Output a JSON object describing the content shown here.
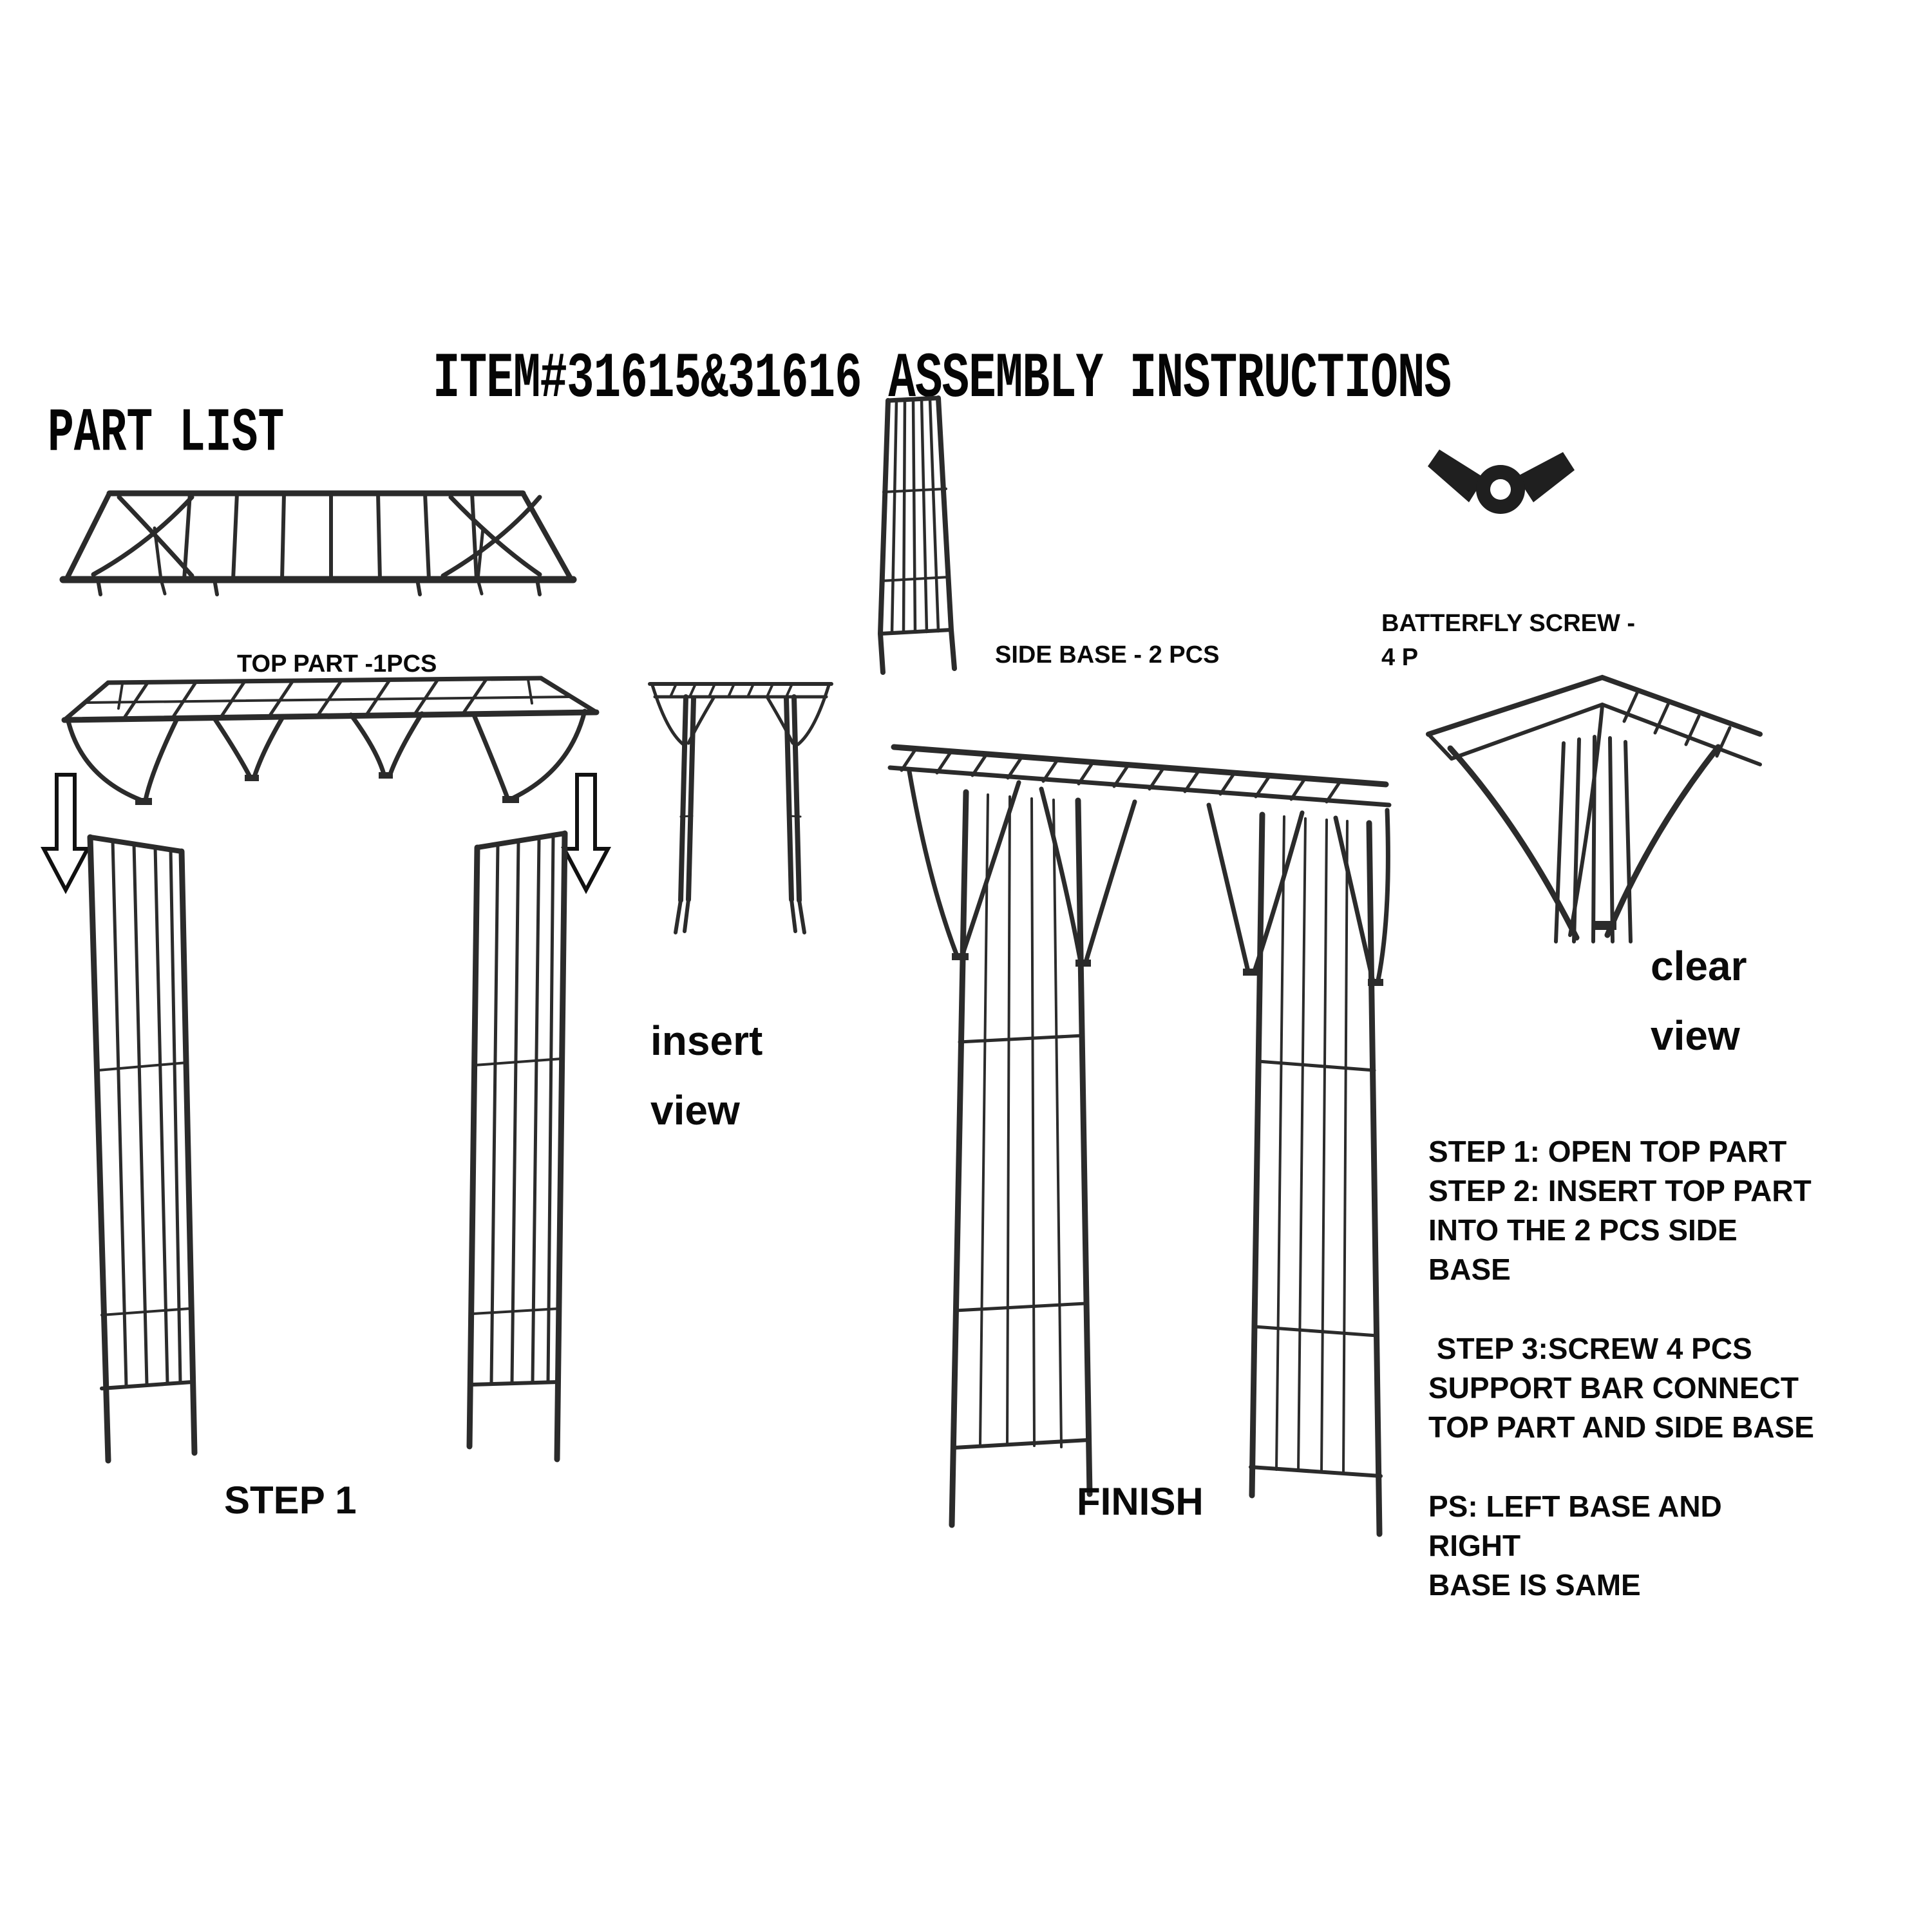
{
  "title": "ITEM#31615&31616 ASSEMBLY INSTRUCTIONS",
  "part_list": {
    "heading": "PART LIST",
    "parts": [
      {
        "name": "top-part",
        "label": "TOP PART -1PCS"
      },
      {
        "name": "side-base",
        "label": "SIDE BASE - 2 PCS"
      },
      {
        "name": "butterfly-screw",
        "label": "BATTERFLY SCREW - 4 P"
      }
    ]
  },
  "diagram_labels": {
    "step1": "STEP 1",
    "insert_view": "insert view",
    "finish": "FINISH",
    "clear_view": "clear view"
  },
  "instructions": {
    "lines": [
      "STEP 1: OPEN TOP PART",
      "STEP 2: INSERT TOP PART",
      "INTO THE 2 PCS SIDE BASE",
      " STEP 3:SCREW 4 PCS",
      "SUPPORT BAR CONNECT",
      "TOP PART AND SIDE BASE",
      "PS: LEFT BASE AND RIGHT",
      "BASE IS SAME"
    ]
  },
  "icons": {
    "down_arrow": "outline-down-arrow"
  },
  "colors": {
    "metal": "#2b2b2b",
    "text": "#0a0a0a",
    "background": "#ffffff"
  }
}
